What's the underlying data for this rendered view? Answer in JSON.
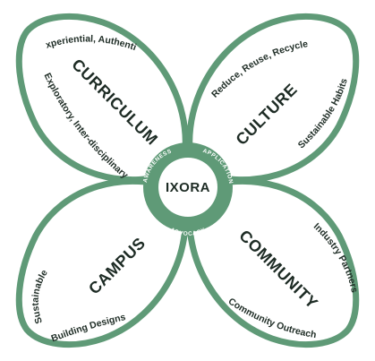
{
  "theme": {
    "accent": "#5f9a77"
  },
  "center": {
    "title": "IXORA",
    "ring_labels": {
      "top_left": "AWARENESS",
      "top_right": "APPLICATION",
      "bottom": "ADVOCACY"
    }
  },
  "petals": [
    {
      "title": "CURRICULUM",
      "notes": [
        "Experiential, Authentic",
        "Exploratory, Inter-disciplinary"
      ]
    },
    {
      "title": "CULTURE",
      "notes": [
        "Reduce, Reuse, Recycle",
        "Sustainable Habits"
      ]
    },
    {
      "title": "CAMPUS",
      "notes": [
        "Sustainable",
        "Building Designs"
      ]
    },
    {
      "title": "COMMUNITY",
      "notes": [
        "Industry Partners",
        "Community Outreach"
      ]
    }
  ]
}
